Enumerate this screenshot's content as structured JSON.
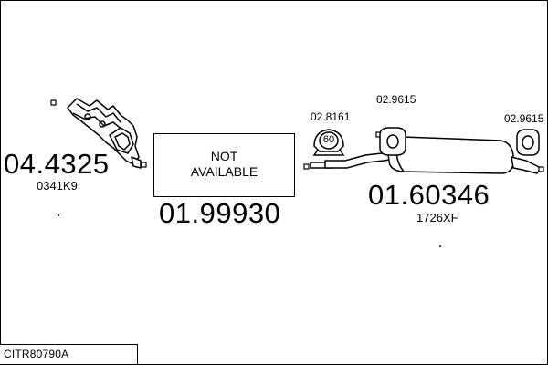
{
  "reference": "CITR80790A",
  "not_available": [
    "NOT",
    "AVAILABLE"
  ],
  "parts": {
    "manifold": {
      "number": "04.4325",
      "subcode": "0341K9"
    },
    "middle": {
      "number": "01.99930"
    },
    "rear": {
      "number": "01.60346",
      "subcode": "1726XF"
    },
    "clamp": {
      "number": "02.8161",
      "badge": "60"
    },
    "mount_left": {
      "number": "02.9615"
    },
    "mount_right": {
      "number": "02.9615"
    }
  },
  "icons": [
    "exhaust-manifold-icon",
    "rear-silencer-icon",
    "clamp-icon",
    "rubber-mount-icon"
  ]
}
